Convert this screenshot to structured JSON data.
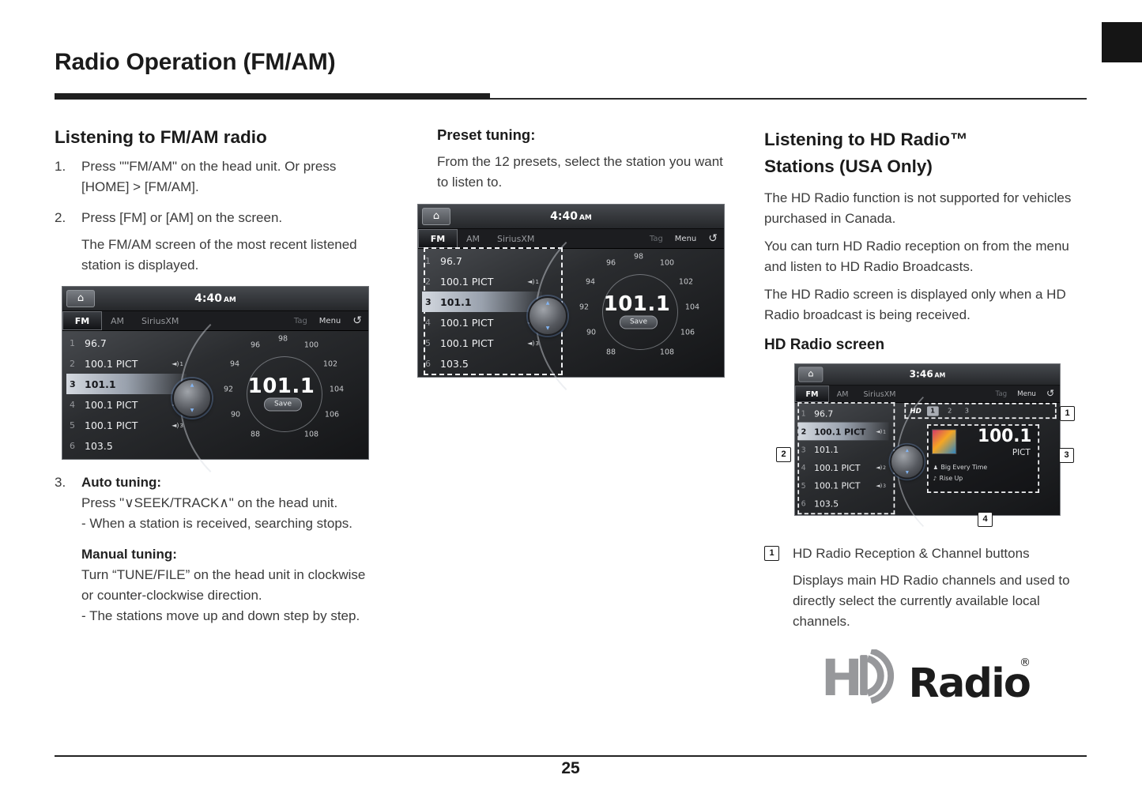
{
  "page": {
    "title": "Radio Operation (FM/AM)",
    "number": "25"
  },
  "col1": {
    "heading": "Listening to FM/AM radio",
    "steps": [
      {
        "num": "1.",
        "text": "Press \"\"FM/AM\" on the head unit. Or press [HOME] > [FM/AM]."
      },
      {
        "num": "2.",
        "text": "Press [FM] or [AM] on the screen.",
        "sub": "The FM/AM screen of the most recent listened station is displayed."
      },
      {
        "num": "3.",
        "title": "Auto tuning:",
        "text": "Press \"∨SEEK/TRACK∧\" on the head unit.",
        "note": "- When a station is received, searching stops."
      }
    ],
    "manual": {
      "title": "Manual tuning:",
      "text": "Turn “TUNE/FILE” on the head unit in clockwise or counter-clockwise direction.",
      "note": "- The stations move up and down step by step."
    }
  },
  "col2": {
    "heading": "Preset tuning:",
    "text": "From the 12 presets, select the station you want to listen to."
  },
  "col3": {
    "heading1": "Listening to HD Radio™",
    "heading2": "Stations (USA Only)",
    "para1": "The HD Radio function is not supported for vehicles purchased in Canada.",
    "para2": "You can turn HD Radio reception on from the menu and listen to HD Radio Broadcasts.",
    "para3": "The HD Radio screen is displayed only when a HD Radio broadcast is being received.",
    "subheading": "HD Radio screen",
    "legend": {
      "num": "1",
      "title": "HD Radio Reception & Channel buttons",
      "desc": "Displays main HD Radio channels and used to directly select the currently available local channels."
    },
    "logo": {
      "h": "H",
      "radio": "Radio",
      "reg": "®"
    }
  },
  "fm_screen": {
    "home_icon": "⌂",
    "time": "4:40",
    "ampm": "AM",
    "tabs": [
      "FM",
      "AM",
      "SiriusXM"
    ],
    "tag": "Tag",
    "menu": "Menu",
    "back_icon": "↺",
    "knob_up": "▲",
    "knob_down": "▼",
    "presets": [
      {
        "n": "1",
        "f": "96.7"
      },
      {
        "n": "2",
        "f": "100.1 PICT",
        "hd_icon": "◄)",
        "hd_num": "1"
      },
      {
        "n": "3",
        "f": "101.1"
      },
      {
        "n": "4",
        "f": "100.1 PICT",
        "hd_icon": "◄)",
        "hd_num": "2"
      },
      {
        "n": "5",
        "f": "100.1 PICT",
        "hd_icon": "◄)",
        "hd_num": "3"
      },
      {
        "n": "6",
        "f": "103.5"
      }
    ],
    "dial": [
      "88",
      "90",
      "92",
      "94",
      "96",
      "98",
      "100",
      "102",
      "104",
      "106",
      "108"
    ],
    "frequency": "101.1",
    "save": "Save"
  },
  "hd_screen": {
    "home_icon": "⌂",
    "time": "3:46",
    "ampm": "AM",
    "tabs": [
      "FM",
      "AM",
      "SiriusXM"
    ],
    "tag": "Tag",
    "menu": "Menu",
    "back_icon": "↺",
    "knob_up": "▲",
    "knob_down": "▼",
    "presets": [
      {
        "n": "1",
        "f": "96.7"
      },
      {
        "n": "2",
        "f": "100.1 PICT",
        "hd_icon": "◄)",
        "hd_num": "1"
      },
      {
        "n": "3",
        "f": "101.1"
      },
      {
        "n": "4",
        "f": "100.1 PICT",
        "hd_icon": "◄)",
        "hd_num": "2"
      },
      {
        "n": "5",
        "f": "100.1 PICT",
        "hd_icon": "◄)",
        "hd_num": "3"
      },
      {
        "n": "6",
        "f": "103.5"
      }
    ],
    "hd_logo": "HD",
    "channels": [
      "1",
      "2",
      "3"
    ],
    "frequency": "100.1",
    "station": "PICT",
    "artist_icon": "♟",
    "artist": "Big Every Time",
    "song_icon": "♪",
    "song": "Rise Up",
    "callouts": [
      "1",
      "2",
      "3",
      "4"
    ]
  }
}
